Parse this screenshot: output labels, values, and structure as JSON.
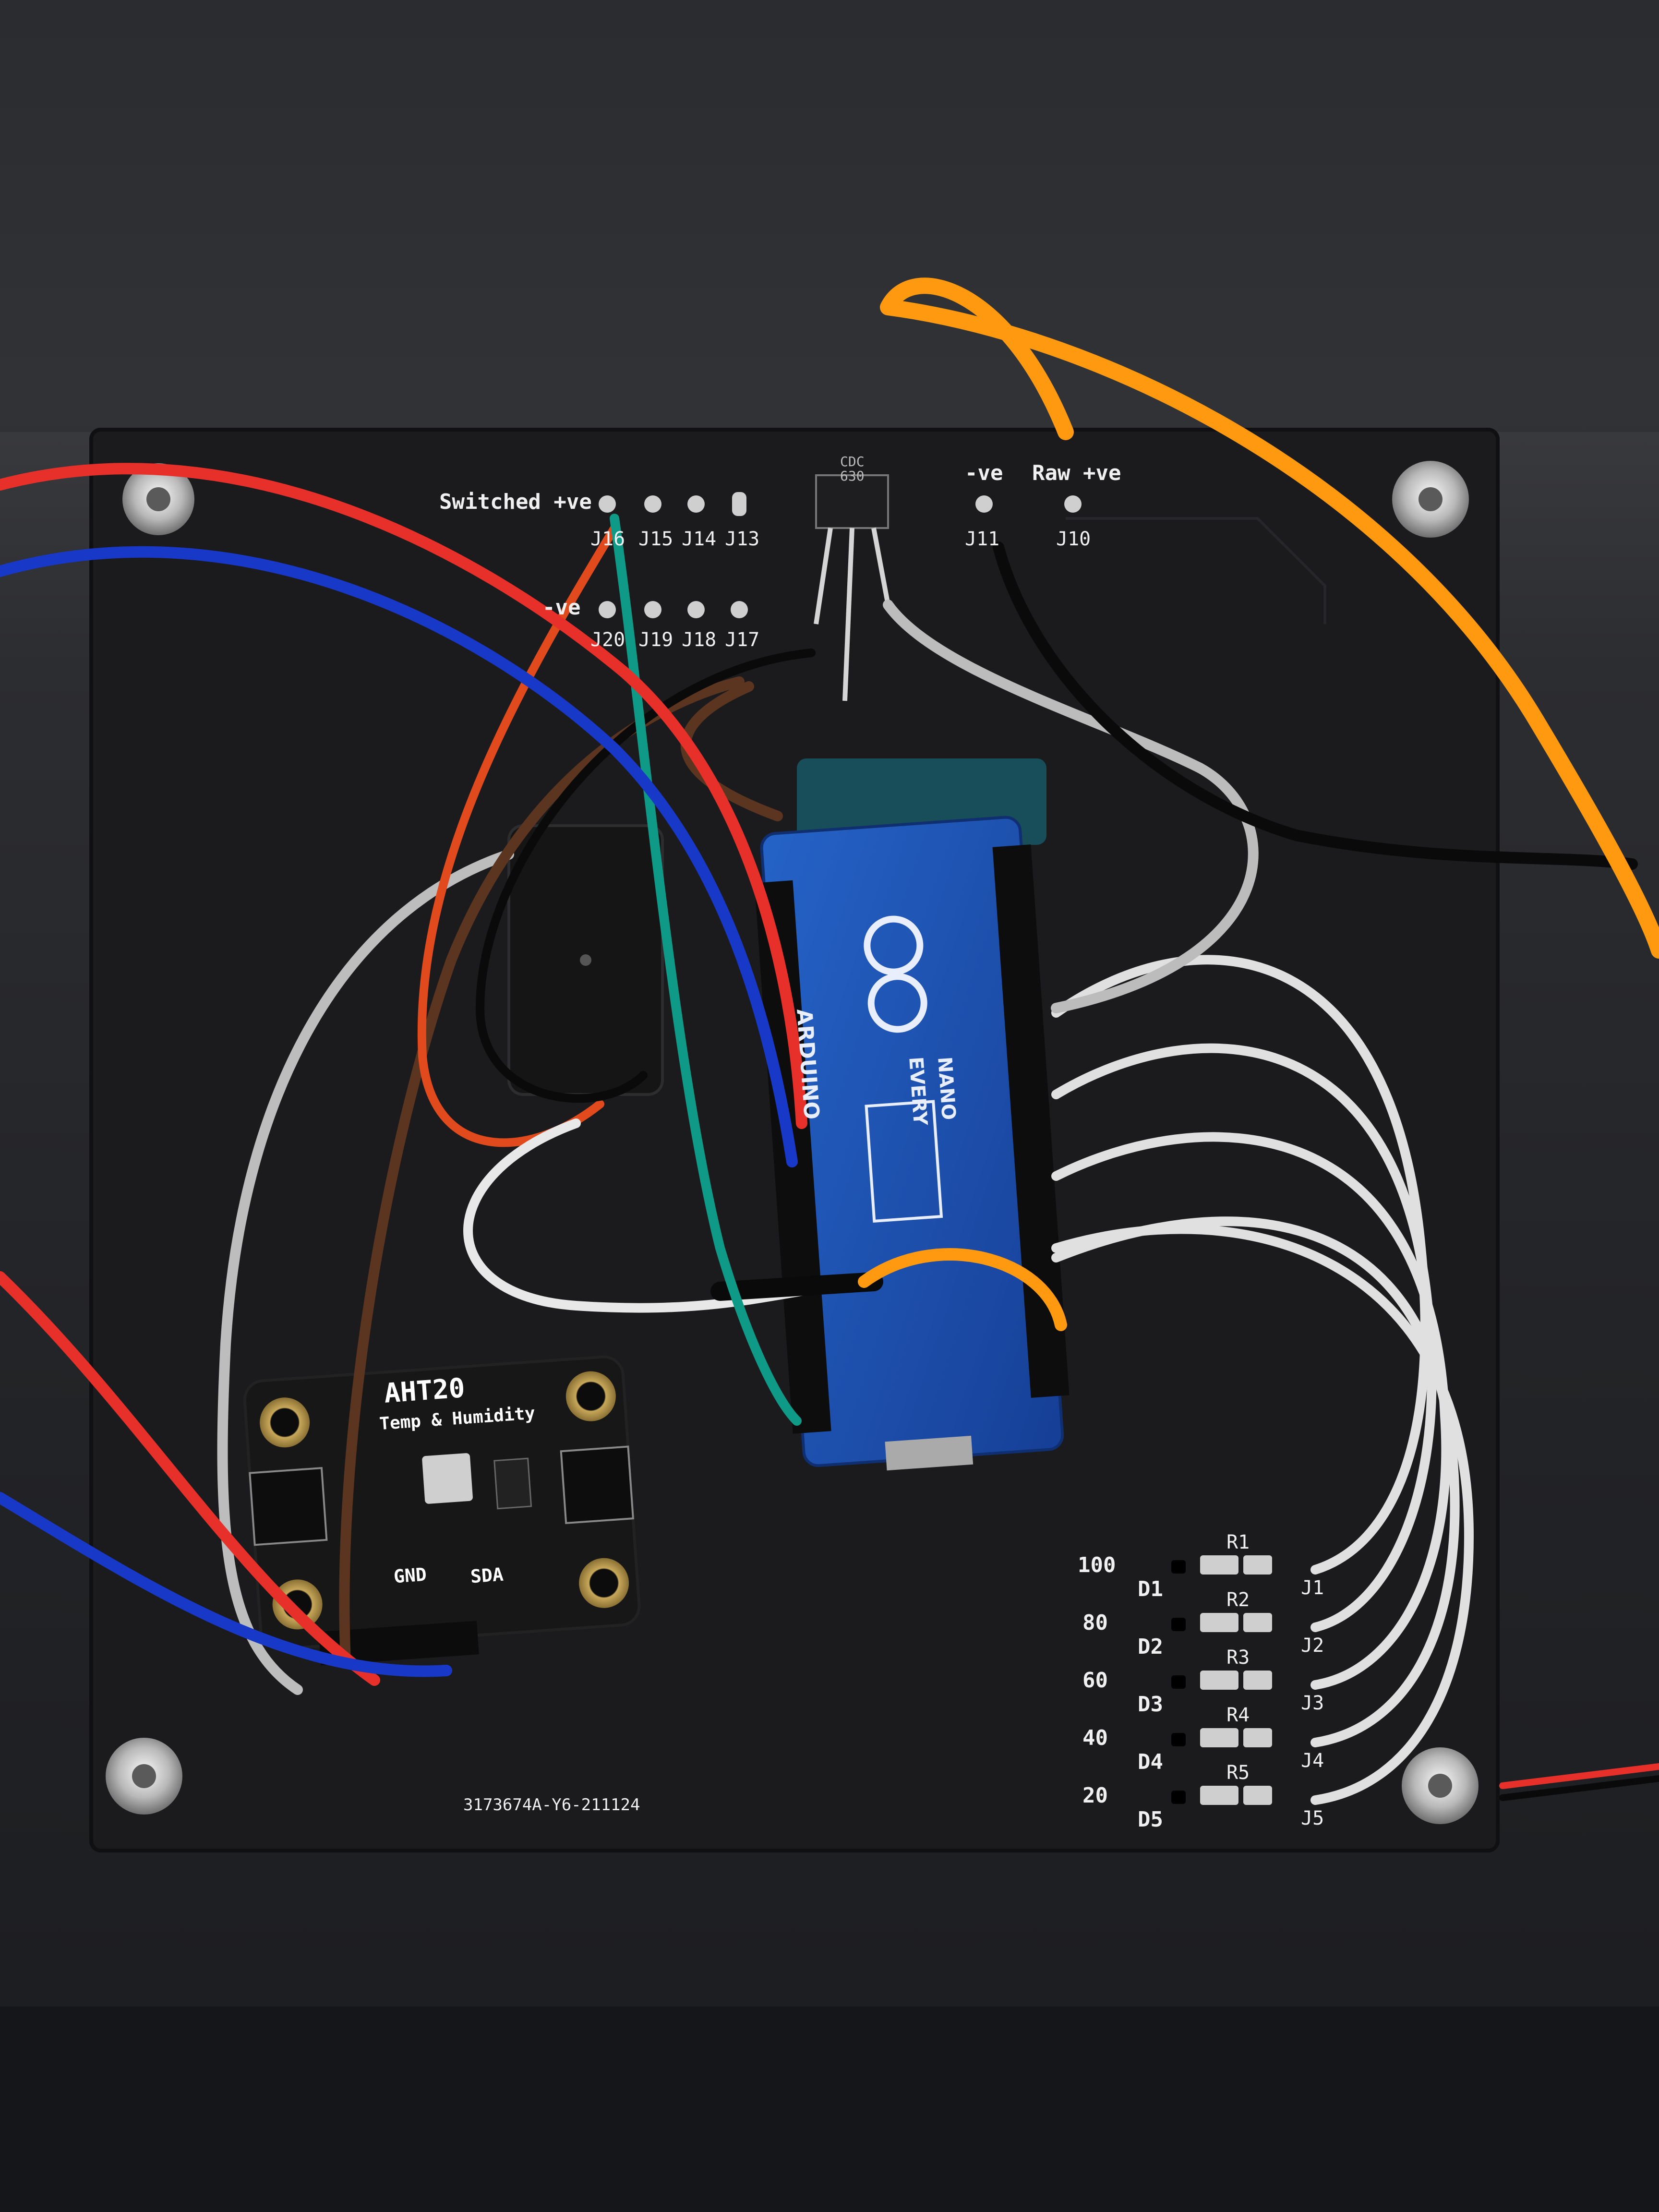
{
  "pcb": {
    "header_left": "Switched +ve",
    "top_connectors": [
      "J16",
      "J15",
      "J14",
      "J13"
    ],
    "mid_left_label": "-ve",
    "mid_connectors": [
      "J20",
      "J19",
      "J18",
      "J17"
    ],
    "neg_label": "-ve",
    "raw_label": "Raw +ve",
    "right_connectors": [
      "J11",
      "J10"
    ],
    "serial": "3173674A-Y6-211124",
    "transistor_marking": [
      "CDC",
      "630"
    ],
    "leds": [
      {
        "value": "100",
        "diode": "D1",
        "resistor": "R1",
        "jumper": "J1"
      },
      {
        "value": "80",
        "diode": "D2",
        "resistor": "R2",
        "jumper": "J2"
      },
      {
        "value": "60",
        "diode": "D3",
        "resistor": "R3",
        "jumper": "J3"
      },
      {
        "value": "40",
        "diode": "D4",
        "resistor": "R4",
        "jumper": "J4"
      },
      {
        "value": "20",
        "diode": "D5",
        "resistor": "R5",
        "jumper": "J5"
      }
    ]
  },
  "sensor": {
    "title": "AHT20",
    "subtitle": "Temp & Humidity",
    "pin_gnd": "GND",
    "pin_sda": "SDA"
  },
  "arduino": {
    "brand": "ARDUINO",
    "model_line1": "NANO",
    "model_line2": "EVERY"
  },
  "colors": {
    "background": "#2a2b2e",
    "pcb": "#1b1b1e",
    "silkscreen": "#f0f0f0",
    "arduino_blue": "#1c55b8",
    "wire_red": "#e8302a",
    "wire_blue": "#1838c8",
    "wire_orange": "#ff9a10",
    "wire_green": "#0e9a86",
    "wire_brown": "#5b3520",
    "wire_white": "#e0e0e0",
    "wire_black": "#0a0a0a"
  }
}
